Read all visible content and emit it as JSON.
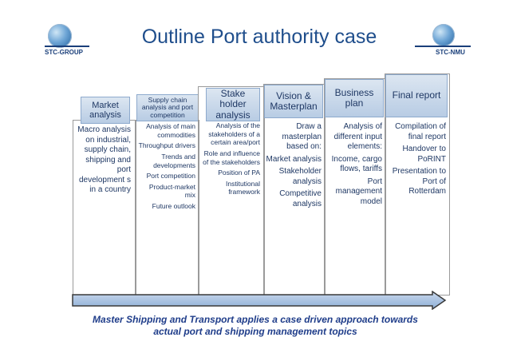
{
  "title": "Outline Port authority case",
  "logos": {
    "left": "STC-GROUP",
    "right": "STC-NMU"
  },
  "columns": [
    {
      "header": "Market analysis",
      "items": [
        "Macro analysis on industrial, supply chain, shipping and port development s in a country"
      ]
    },
    {
      "header": "Supply chain analysis and port competition",
      "items": [
        "Analysis of main commodities",
        "Throughput drivers",
        "Trends and developments",
        "Port competition",
        "Product-market mix",
        "Future outlook"
      ]
    },
    {
      "header": "Stake holder analysis",
      "items": [
        "Analysis of the stakeholders of a certain area/port",
        "Role and influence of the stakeholders",
        "Position of PA",
        "Institutional framework"
      ]
    },
    {
      "header": "Vision & Masterplan",
      "items": [
        "Draw a masterplan based on:",
        "Market analysis",
        "Stakeholder analysis",
        "Competitive analysis"
      ]
    },
    {
      "header": "Business plan",
      "items": [
        "Analysis of different input elements:",
        "Income, cargo flows, tariffs",
        "Port management model"
      ]
    },
    {
      "header": "Final report",
      "items": [
        "Compilation of final report",
        "Handover to PoRINT",
        "Presentation to Port of Rotterdam"
      ]
    }
  ],
  "footer": {
    "line1": "Master Shipping and Transport applies a case driven approach towards",
    "line2": "actual port and shipping management topics"
  }
}
